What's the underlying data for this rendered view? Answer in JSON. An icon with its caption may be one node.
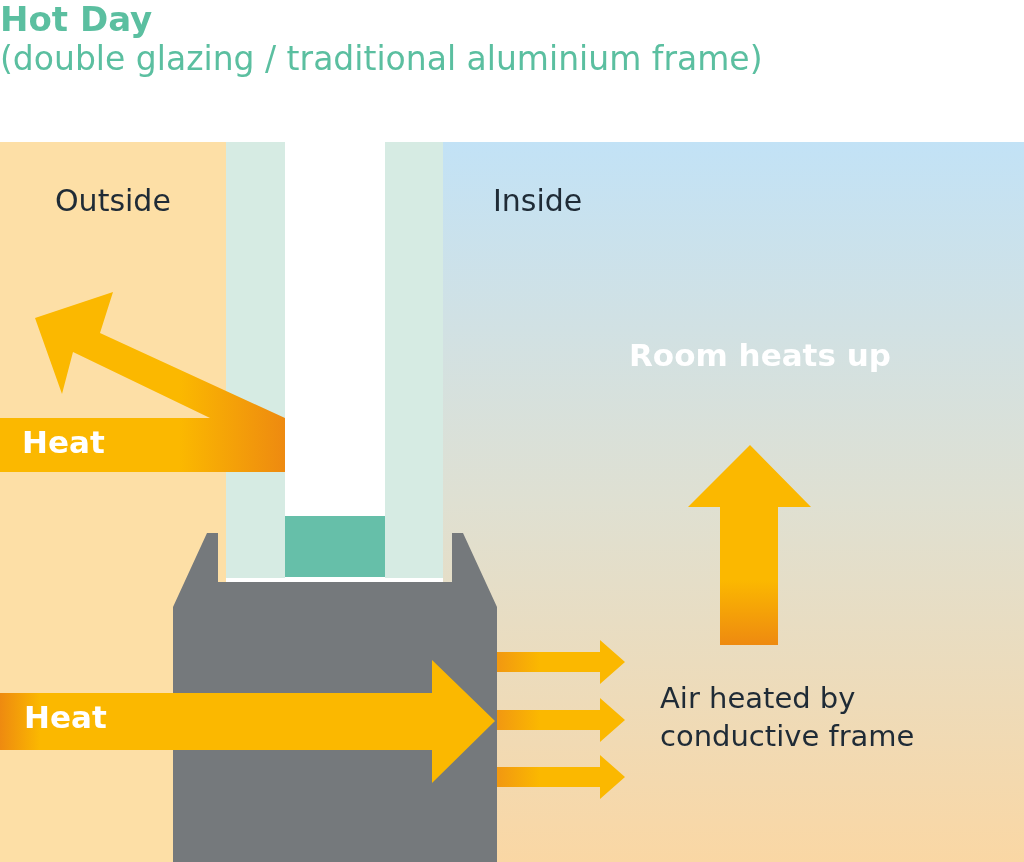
{
  "diagram": {
    "title": "Hot Day",
    "labels": [
      "(double glazing / traditional aluminium frame)",
      "Outside",
      "Inside",
      "Room heats up",
      "Heat",
      "Heat",
      "Air heated by conductive frame"
    ]
  }
}
